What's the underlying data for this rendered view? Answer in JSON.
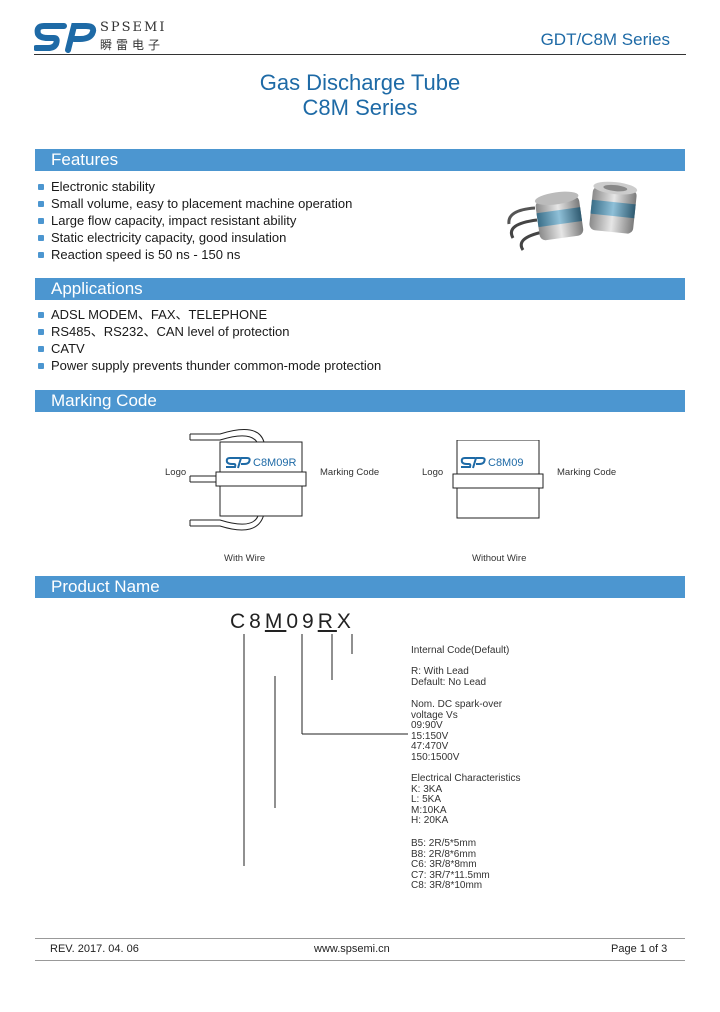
{
  "header": {
    "logo_en": "SPSEMI",
    "logo_cn": "瞬雷电子",
    "series_tag": "GDT/C8M Series"
  },
  "title": {
    "line1": "Gas Discharge Tube",
    "line2": "C8M Series"
  },
  "features": {
    "heading": "Features",
    "items": [
      "Electronic stability",
      "Small volume, easy to placement machine operation",
      "Large flow capacity, impact resistant ability",
      "Static electricity capacity, good insulation",
      "Reaction speed is 50 ns - 150 ns"
    ]
  },
  "applications": {
    "heading": "Applications",
    "items": [
      "ADSL MODEM、FAX、TELEPHONE",
      "RS485、RS232、CAN level of protection",
      "CATV",
      "Power supply prevents thunder common-mode protection"
    ]
  },
  "marking": {
    "heading": "Marking Code",
    "with_wire": {
      "logo_label": "Logo",
      "code": "C8M09R",
      "marking_label": "Marking Code",
      "caption": "With Wire"
    },
    "without_wire": {
      "logo_label": "Logo",
      "code": "C8M09",
      "marking_label": "Marking Code",
      "caption": "Without Wire"
    }
  },
  "product_name": {
    "heading": "Product Name",
    "code_parts": [
      "C8",
      "M",
      "09",
      "R",
      "X"
    ],
    "internal_code": "Internal Code(Default)",
    "lead": [
      "R: With Lead",
      "Default: No Lead"
    ],
    "voltage": [
      "Nom. DC spark-over",
      "voltage Vs",
      "09:90V",
      "15:150V",
      "47:470V",
      "150:1500V"
    ],
    "electrical": [
      "Electrical Characteristics",
      "K: 3KA",
      "L: 5KA",
      "M:10KA",
      "H: 20KA"
    ],
    "sizes": [
      "B5: 2R/5*5mm",
      "B8: 2R/8*6mm",
      "C6: 3R/8*8mm",
      "C7: 3R/7*11.5mm",
      "C8: 3R/8*10mm"
    ]
  },
  "footer": {
    "rev": "REV. 2017. 04. 06",
    "website": "www.spsemi.cn",
    "page": "Page 1 of 3"
  },
  "colors": {
    "accent": "#4c96d0",
    "title_blue": "#1e6aa6"
  }
}
